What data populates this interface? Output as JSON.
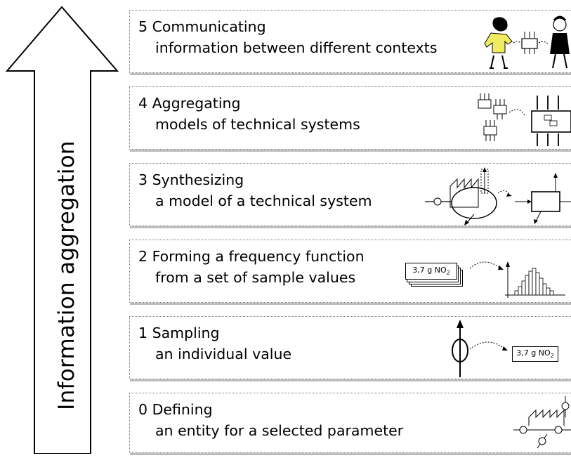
{
  "axis": {
    "label": "Information aggregation"
  },
  "levels": [
    {
      "number": "5",
      "title": "Communicating",
      "subtitle": "information between different contexts"
    },
    {
      "number": "4",
      "title": "Aggregating",
      "subtitle": "models of technical systems"
    },
    {
      "number": "3",
      "title": "Synthesizing",
      "subtitle": "a model of a technical system"
    },
    {
      "number": "2",
      "title": "Forming a frequency function",
      "subtitle": "from a set of sample values",
      "sample_value": "3,7 g NO",
      "sample_sub": "2"
    },
    {
      "number": "1",
      "title": "Sampling",
      "subtitle": "an individual value",
      "sample_value": "3,7 g NO",
      "sample_sub": "2"
    },
    {
      "number": "0",
      "title": "Defining",
      "subtitle": "an entity for a selected parameter"
    }
  ],
  "colors": {
    "line": "#000000",
    "person_shirt": "#f0ec60",
    "border": "#777777",
    "shadow": "#bdbdbd"
  },
  "icons": [
    "people-exchange-icon",
    "aggregated-models-icon",
    "system-model-icon",
    "frequency-histogram-icon",
    "measurement-probe-icon",
    "entity-definition-icon"
  ]
}
